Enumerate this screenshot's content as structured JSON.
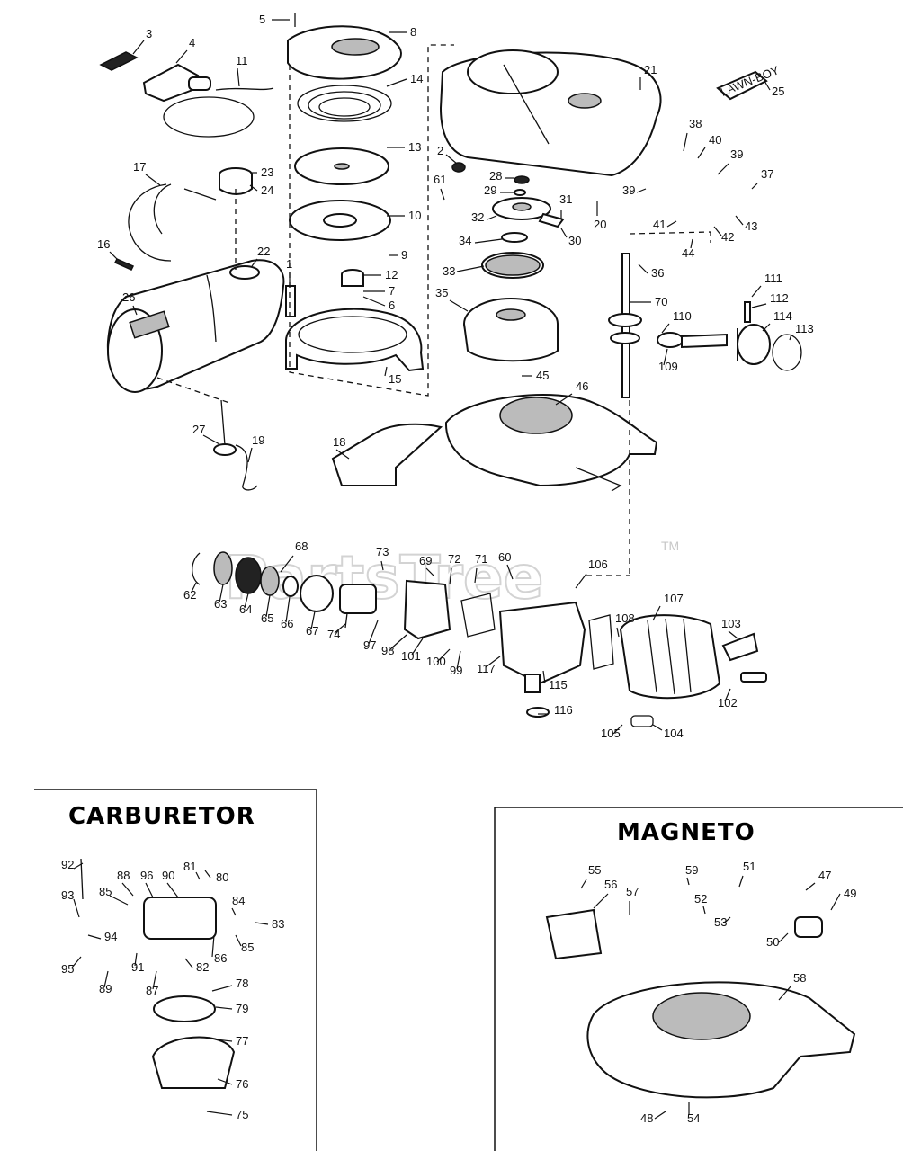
{
  "watermark": {
    "brand": "PartsTree",
    "tm": "TM"
  },
  "decal_text": "LAWN-BOY",
  "sections": {
    "carburetor_title": "CARBURETOR",
    "magneto_title": "MAGNETO"
  },
  "callouts": [
    {
      "id": "c1",
      "label": "1"
    },
    {
      "id": "c2",
      "label": "2"
    },
    {
      "id": "c3",
      "label": "3"
    },
    {
      "id": "c4",
      "label": "4"
    },
    {
      "id": "c5",
      "label": "5"
    },
    {
      "id": "c6",
      "label": "6"
    },
    {
      "id": "c7",
      "label": "7"
    },
    {
      "id": "c8",
      "label": "8"
    },
    {
      "id": "c9",
      "label": "9"
    },
    {
      "id": "c10",
      "label": "10"
    },
    {
      "id": "c11",
      "label": "11"
    },
    {
      "id": "c12",
      "label": "12"
    },
    {
      "id": "c13",
      "label": "13"
    },
    {
      "id": "c14",
      "label": "14"
    },
    {
      "id": "c15",
      "label": "15"
    },
    {
      "id": "c16",
      "label": "16"
    },
    {
      "id": "c17",
      "label": "17"
    },
    {
      "id": "c18",
      "label": "18"
    },
    {
      "id": "c19",
      "label": "19"
    },
    {
      "id": "c20",
      "label": "20"
    },
    {
      "id": "c21",
      "label": "21"
    },
    {
      "id": "c22",
      "label": "22"
    },
    {
      "id": "c23",
      "label": "23"
    },
    {
      "id": "c24",
      "label": "24"
    },
    {
      "id": "c25",
      "label": "25"
    },
    {
      "id": "c26",
      "label": "26"
    },
    {
      "id": "c27",
      "label": "27"
    },
    {
      "id": "c28",
      "label": "28"
    },
    {
      "id": "c29",
      "label": "29"
    },
    {
      "id": "c30",
      "label": "30"
    },
    {
      "id": "c31",
      "label": "31"
    },
    {
      "id": "c32",
      "label": "32"
    },
    {
      "id": "c33",
      "label": "33"
    },
    {
      "id": "c34",
      "label": "34"
    },
    {
      "id": "c35",
      "label": "35"
    },
    {
      "id": "c36",
      "label": "36"
    },
    {
      "id": "c37",
      "label": "37"
    },
    {
      "id": "c38",
      "label": "38"
    },
    {
      "id": "c39a",
      "label": "39"
    },
    {
      "id": "c39b",
      "label": "39"
    },
    {
      "id": "c40",
      "label": "40"
    },
    {
      "id": "c41",
      "label": "41"
    },
    {
      "id": "c42",
      "label": "42"
    },
    {
      "id": "c43",
      "label": "43"
    },
    {
      "id": "c44",
      "label": "44"
    },
    {
      "id": "c45",
      "label": "45"
    },
    {
      "id": "c46",
      "label": "46"
    },
    {
      "id": "c47",
      "label": "47"
    },
    {
      "id": "c48",
      "label": "48"
    },
    {
      "id": "c49",
      "label": "49"
    },
    {
      "id": "c50",
      "label": "50"
    },
    {
      "id": "c51",
      "label": "51"
    },
    {
      "id": "c52",
      "label": "52"
    },
    {
      "id": "c53",
      "label": "53"
    },
    {
      "id": "c54",
      "label": "54"
    },
    {
      "id": "c55",
      "label": "55"
    },
    {
      "id": "c56",
      "label": "56"
    },
    {
      "id": "c57",
      "label": "57"
    },
    {
      "id": "c58",
      "label": "58"
    },
    {
      "id": "c59",
      "label": "59"
    },
    {
      "id": "c60",
      "label": "60"
    },
    {
      "id": "c61",
      "label": "61"
    },
    {
      "id": "c62",
      "label": "62"
    },
    {
      "id": "c63",
      "label": "63"
    },
    {
      "id": "c64",
      "label": "64"
    },
    {
      "id": "c65",
      "label": "65"
    },
    {
      "id": "c66",
      "label": "66"
    },
    {
      "id": "c67",
      "label": "67"
    },
    {
      "id": "c68",
      "label": "68"
    },
    {
      "id": "c69",
      "label": "69"
    },
    {
      "id": "c70",
      "label": "70"
    },
    {
      "id": "c71",
      "label": "71"
    },
    {
      "id": "c72",
      "label": "72"
    },
    {
      "id": "c73",
      "label": "73"
    },
    {
      "id": "c74",
      "label": "74"
    },
    {
      "id": "c75",
      "label": "75"
    },
    {
      "id": "c76",
      "label": "76"
    },
    {
      "id": "c77",
      "label": "77"
    },
    {
      "id": "c78",
      "label": "78"
    },
    {
      "id": "c79",
      "label": "79"
    },
    {
      "id": "c80",
      "label": "80"
    },
    {
      "id": "c81",
      "label": "81"
    },
    {
      "id": "c82",
      "label": "82"
    },
    {
      "id": "c83",
      "label": "83"
    },
    {
      "id": "c84",
      "label": "84"
    },
    {
      "id": "c85a",
      "label": "85"
    },
    {
      "id": "c85b",
      "label": "85"
    },
    {
      "id": "c86",
      "label": "86"
    },
    {
      "id": "c87",
      "label": "87"
    },
    {
      "id": "c88",
      "label": "88"
    },
    {
      "id": "c89",
      "label": "89"
    },
    {
      "id": "c90",
      "label": "90"
    },
    {
      "id": "c91",
      "label": "91"
    },
    {
      "id": "c92",
      "label": "92"
    },
    {
      "id": "c93",
      "label": "93"
    },
    {
      "id": "c94",
      "label": "94"
    },
    {
      "id": "c95",
      "label": "95"
    },
    {
      "id": "c96",
      "label": "96"
    },
    {
      "id": "c97",
      "label": "97"
    },
    {
      "id": "c98",
      "label": "98"
    },
    {
      "id": "c99",
      "label": "99"
    },
    {
      "id": "c100",
      "label": "100"
    },
    {
      "id": "c101",
      "label": "101"
    },
    {
      "id": "c102",
      "label": "102"
    },
    {
      "id": "c103",
      "label": "103"
    },
    {
      "id": "c104",
      "label": "104"
    },
    {
      "id": "c105",
      "label": "105"
    },
    {
      "id": "c106",
      "label": "106"
    },
    {
      "id": "c107",
      "label": "107"
    },
    {
      "id": "c108",
      "label": "108"
    },
    {
      "id": "c109",
      "label": "109"
    },
    {
      "id": "c110",
      "label": "110"
    },
    {
      "id": "c111",
      "label": "111"
    },
    {
      "id": "c112",
      "label": "112"
    },
    {
      "id": "c113",
      "label": "113"
    },
    {
      "id": "c114",
      "label": "114"
    },
    {
      "id": "c115",
      "label": "115"
    },
    {
      "id": "c116",
      "label": "116"
    },
    {
      "id": "c117",
      "label": "117"
    }
  ]
}
